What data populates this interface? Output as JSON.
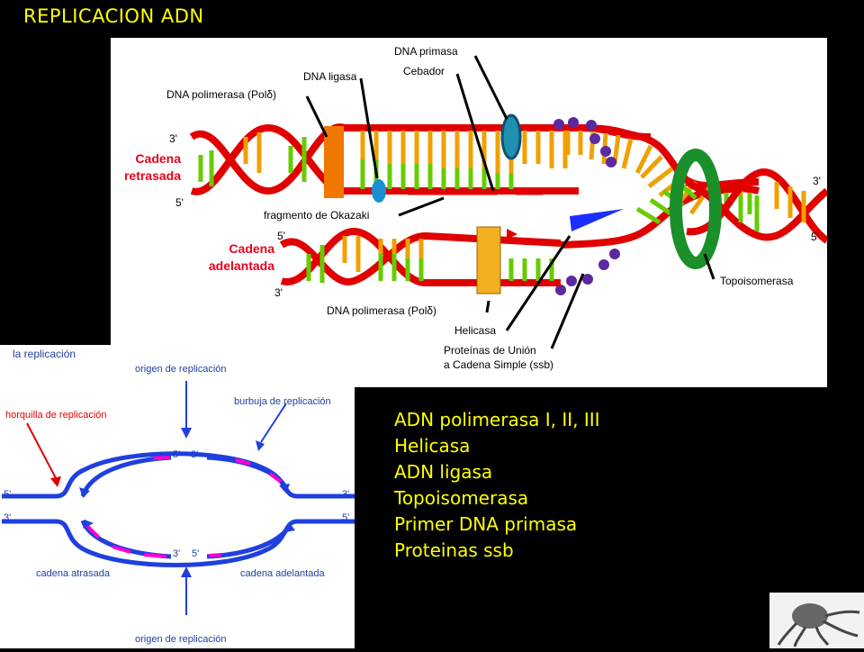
{
  "title": "REPLICACION ADN",
  "top_diagram": {
    "labels": {
      "dna_primasa": "DNA primasa",
      "cebador": "Cebador",
      "dna_ligasa": "DNA ligasa",
      "dna_polimerasa_top": "DNA polimerasa (Polδ)",
      "fragmento_okazaki": "fragmento de Okazaki",
      "cadena_retrasada": "Cadena\nretrasada",
      "cadena_adelantada": "Cadena\nadelantada",
      "dna_polimerasa_bottom": "DNA polimerasa (Polδ)",
      "helicasa": "Helicasa",
      "proteinas_union": "Proteínas de Unión",
      "cadena_simple": "a Cadena Simple (ssb)",
      "topoisomerasa": "Topoisomerasa"
    },
    "ends": {
      "top_left": "3'",
      "top_left_5": "5'",
      "bottom_left_5": "5'",
      "bottom_left_3": "3'",
      "right_3": "3'",
      "right_5": "5'"
    }
  },
  "bottom_diagram": {
    "header": "la replicación",
    "origen_top": "origen de replicación",
    "origen_bottom": "origen de replicación",
    "burbuja": "burbuja de replicación",
    "horquilla": "horquilla de replicación",
    "cadena_atrasada": "cadena atrasada",
    "cadena_adelantada": "cadena adelantada",
    "ends": {
      "left_5": "5'",
      "left_3": "3'",
      "right_3": "3'",
      "right_5": "5'",
      "top_5": "5'",
      "top_3": "3'",
      "bottom_3": "3'",
      "bottom_5": "5'"
    }
  },
  "enzyme_list": [
    "ADN polimerasa I, II, III",
    "Helicasa",
    "ADN ligasa",
    "Topoisomerasa",
    "Primer DNA primasa",
    "Proteinas ssb"
  ],
  "colors": {
    "title": "#ffff00",
    "list_text": "#ffff00",
    "helix_red": "#e00000",
    "base_green": "#66cc00",
    "base_orange": "#f0a000",
    "polimerasa": "#f07800",
    "topoisomerasa": "#1a8f2a",
    "helicasa": "#1a2fff",
    "ssb": "#5a2aa0",
    "bubble_blue": "#1f3fdf",
    "primer_magenta": "#ff00cc"
  }
}
